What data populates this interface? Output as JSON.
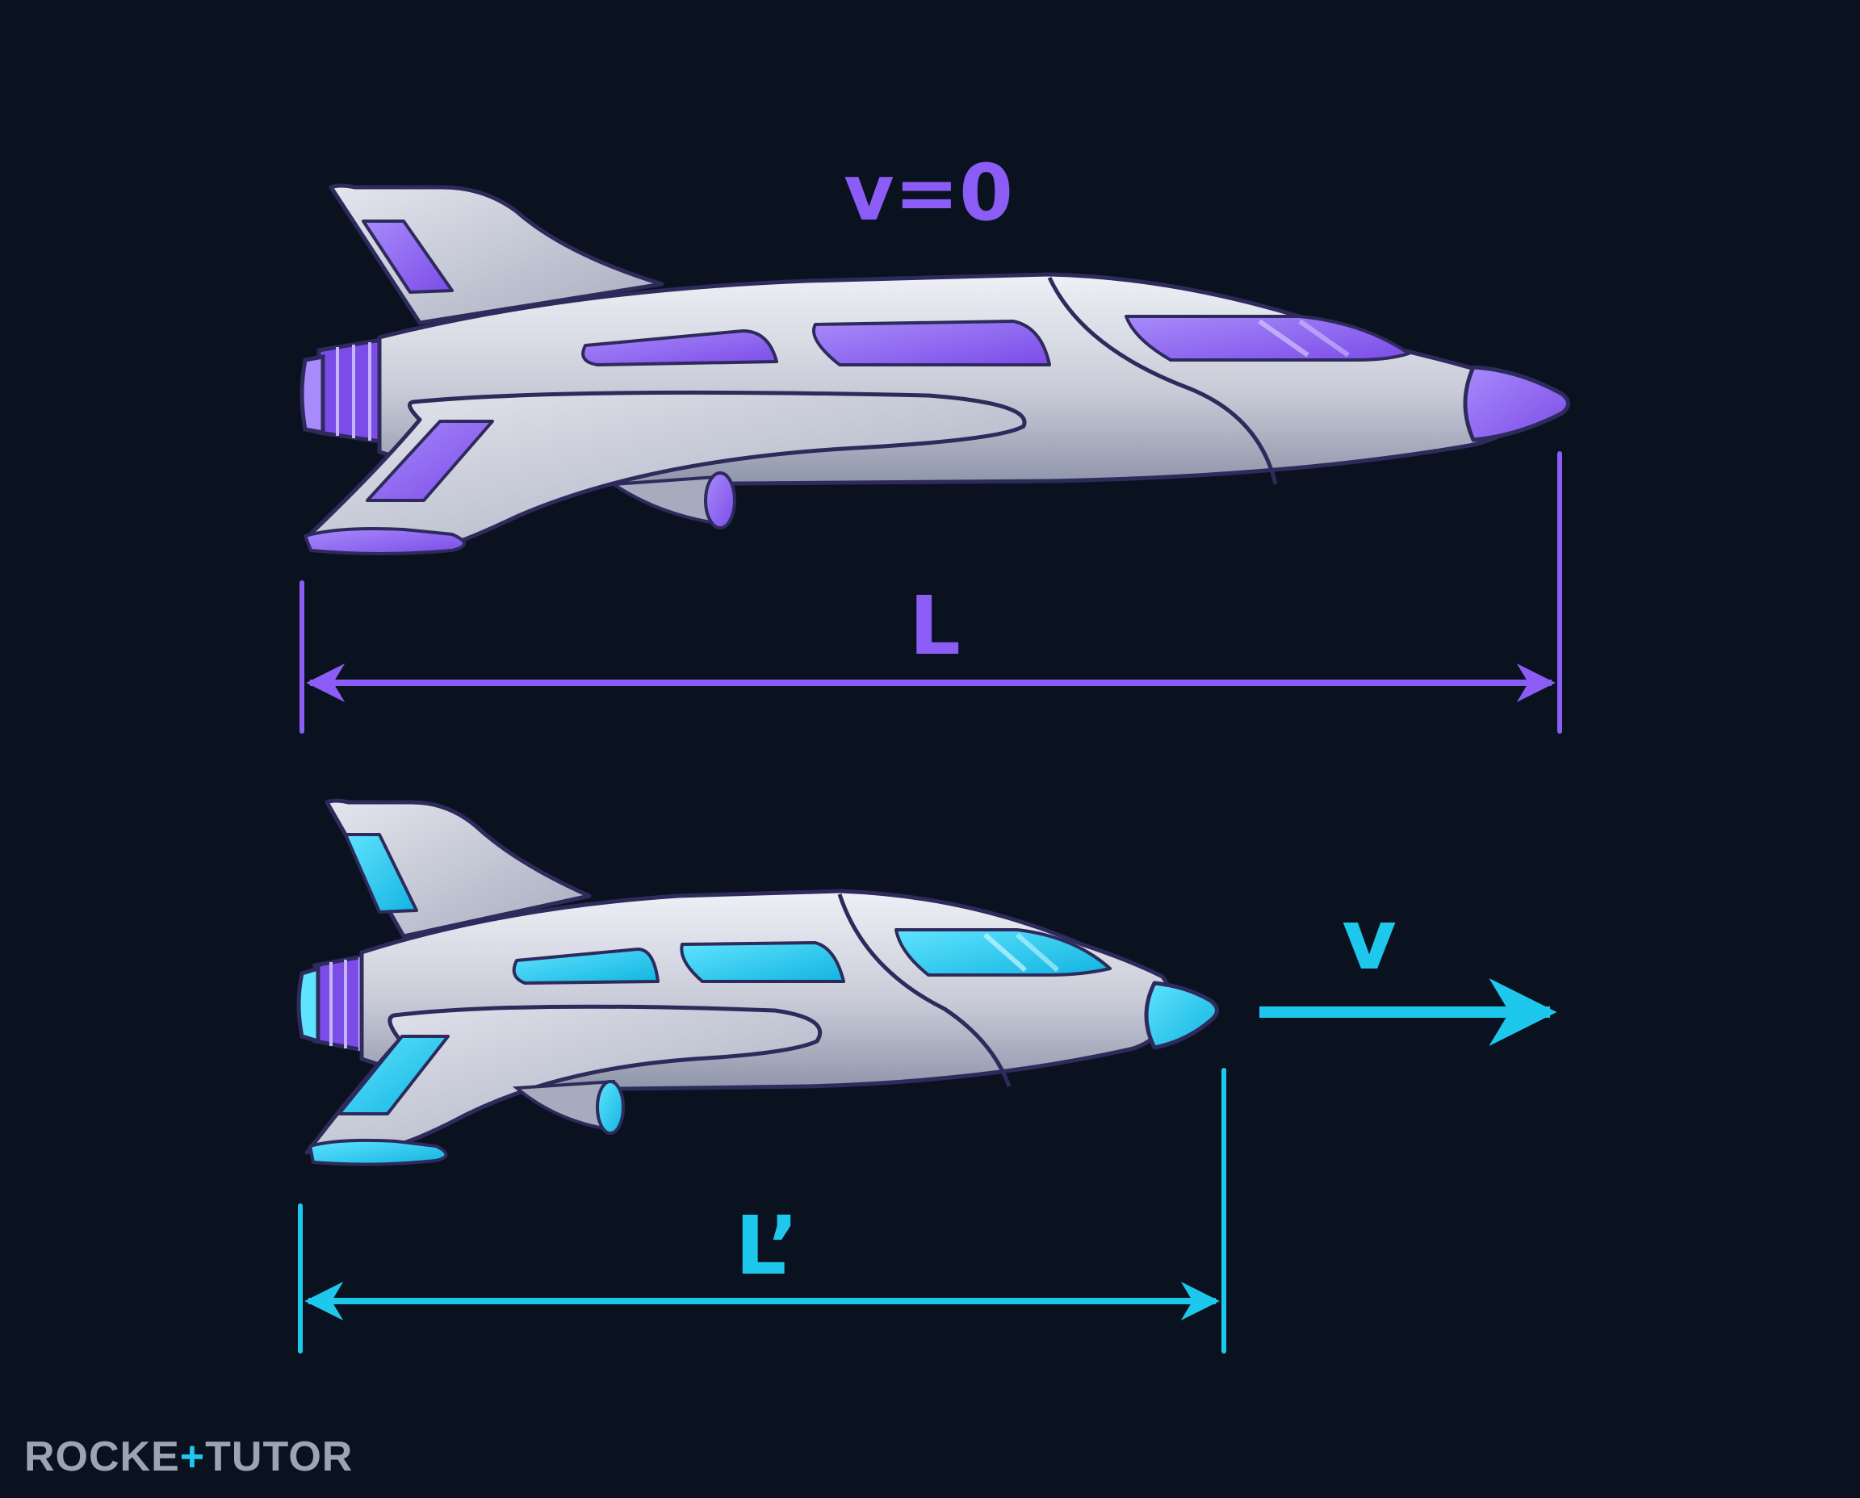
{
  "colors": {
    "background": "#0a1220",
    "rest_accent": "#8b5cf6",
    "moving_accent": "#1ec8ec",
    "hull": "#c9ccd8",
    "hull_shadow": "#9aa0b4",
    "outline": "#2e2a5c",
    "watermark": "#9aa4b2"
  },
  "rest_ship": {
    "velocity_label": "v=0",
    "length_label": "L"
  },
  "moving_ship": {
    "velocity_label": "v",
    "length_label": "L’"
  },
  "watermark": {
    "brand_part1": "ROCKE",
    "brand_separator": "+",
    "brand_part2": "TUTO",
    "brand_part3": "R"
  }
}
